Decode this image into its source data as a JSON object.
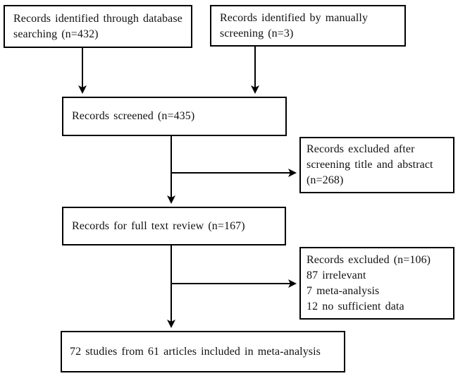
{
  "figure": {
    "type": "flow-diagram",
    "background_color": "#ffffff",
    "line_color": "#000000",
    "boxes": {
      "identified_database": {
        "label": "Records identified through database searching (n=432)"
      },
      "identified_manual": {
        "label": "Records identified by manually screening (n=3)"
      },
      "screened": {
        "label": "Records screened (n=435)"
      },
      "excluded_screening": {
        "label": "Records excluded after screening title and abstract (n=268)"
      },
      "full_text_review": {
        "label": "Records for full text review (n=167)"
      },
      "excluded_full_text": {
        "lines": [
          "Records excluded (n=106)",
          "87 irrelevant",
          "7 meta-analysis",
          "12 no sufficient data"
        ]
      },
      "included": {
        "label": "72 studies from 61 articles included in meta-analysis"
      }
    },
    "flows": [
      {
        "from": "identified_database",
        "to": "screened"
      },
      {
        "from": "identified_manual",
        "to": "screened"
      },
      {
        "from": "screened",
        "to": "full_text_review"
      },
      {
        "from": "screened",
        "to": "excluded_screening"
      },
      {
        "from": "full_text_review",
        "to": "included"
      },
      {
        "from": "full_text_review",
        "to": "excluded_full_text"
      }
    ]
  }
}
